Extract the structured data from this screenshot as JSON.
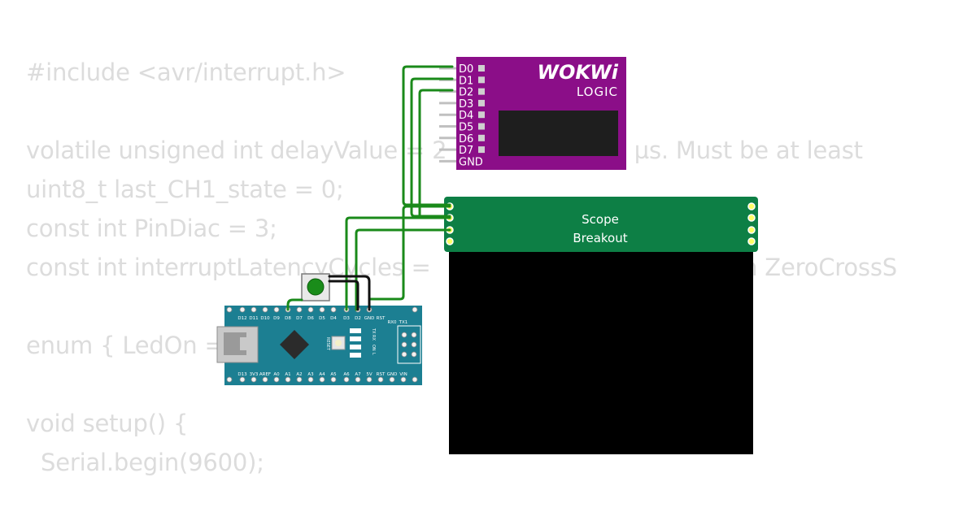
{
  "code_lines": [
    "#include <avr/interrupt.h>",
    "",
    "volatile unsigned int delayValue = 2              elay in µs. Must be at least",
    "uint8_t last_CH1_state = 0;",
    "const int PinDiac = 3;",
    "const int interruptLatencyCycles =                                    ween ZeroCrossS",
    "",
    "enum { LedOn =                  LC",
    "",
    "void setup() {",
    "  Serial.begin(9600);"
  ],
  "logic_analyzer": {
    "brand": "WOKWi",
    "subtitle": "LOGIC",
    "pins": [
      "D0",
      "D1",
      "D2",
      "D3",
      "D4",
      "D5",
      "D6",
      "D7",
      "GND"
    ]
  },
  "scope": {
    "label_line1": "Scope",
    "label_line2": "Breakout"
  },
  "arduino_nano": {
    "top_pins": [
      "D12",
      "D11",
      "D10",
      "D9",
      "D8",
      "D7",
      "D6",
      "D5",
      "D4",
      "D3",
      "D2",
      "GND",
      "RST",
      "RX0",
      "TX1"
    ],
    "bottom_pins": [
      "D13",
      "3V3",
      "AREF",
      "A0",
      "A1",
      "A2",
      "A3",
      "A4",
      "A5",
      "A6",
      "A7",
      "5V",
      "RST",
      "GND",
      "VIN"
    ],
    "reset_label": "RESET",
    "led_labels": [
      "TX",
      "RX",
      "ON",
      "L"
    ]
  },
  "colors": {
    "code_text": "#dcdcdc",
    "logic_board": "#8b0e88",
    "scope_board": "#0d7f45",
    "scope_screen": "#000000",
    "nano_board": "#1c7f92",
    "wire": "#1a8a1a",
    "wire_dark": "#111111",
    "button_cap": "#1a8c1a"
  }
}
